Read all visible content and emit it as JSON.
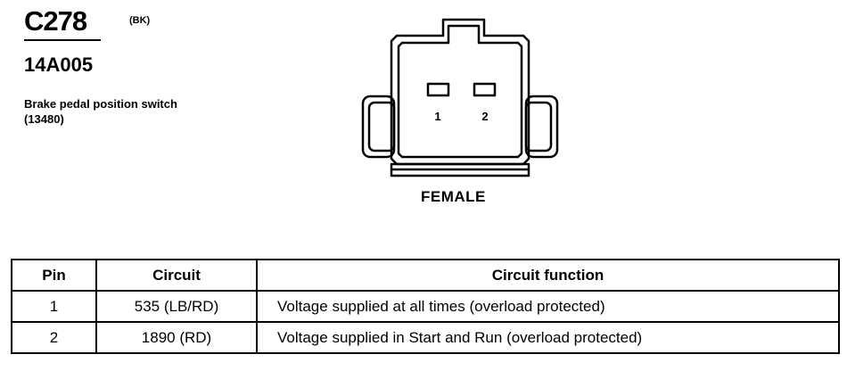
{
  "header": {
    "connector_id": "C278",
    "color_code": "(BK)",
    "part_number": "14A005",
    "description": "Brake pedal position switch (13480)"
  },
  "connector": {
    "pin_labels": [
      "1",
      "2"
    ],
    "gender": "FEMALE"
  },
  "table": {
    "headers": [
      "Pin",
      "Circuit",
      "Circuit function"
    ],
    "rows": [
      {
        "pin": "1",
        "circuit": "535 (LB/RD)",
        "function": "Voltage supplied at all times (overload protected)"
      },
      {
        "pin": "2",
        "circuit": "1890 (RD)",
        "function": "Voltage supplied in Start and Run (overload protected)"
      }
    ]
  }
}
